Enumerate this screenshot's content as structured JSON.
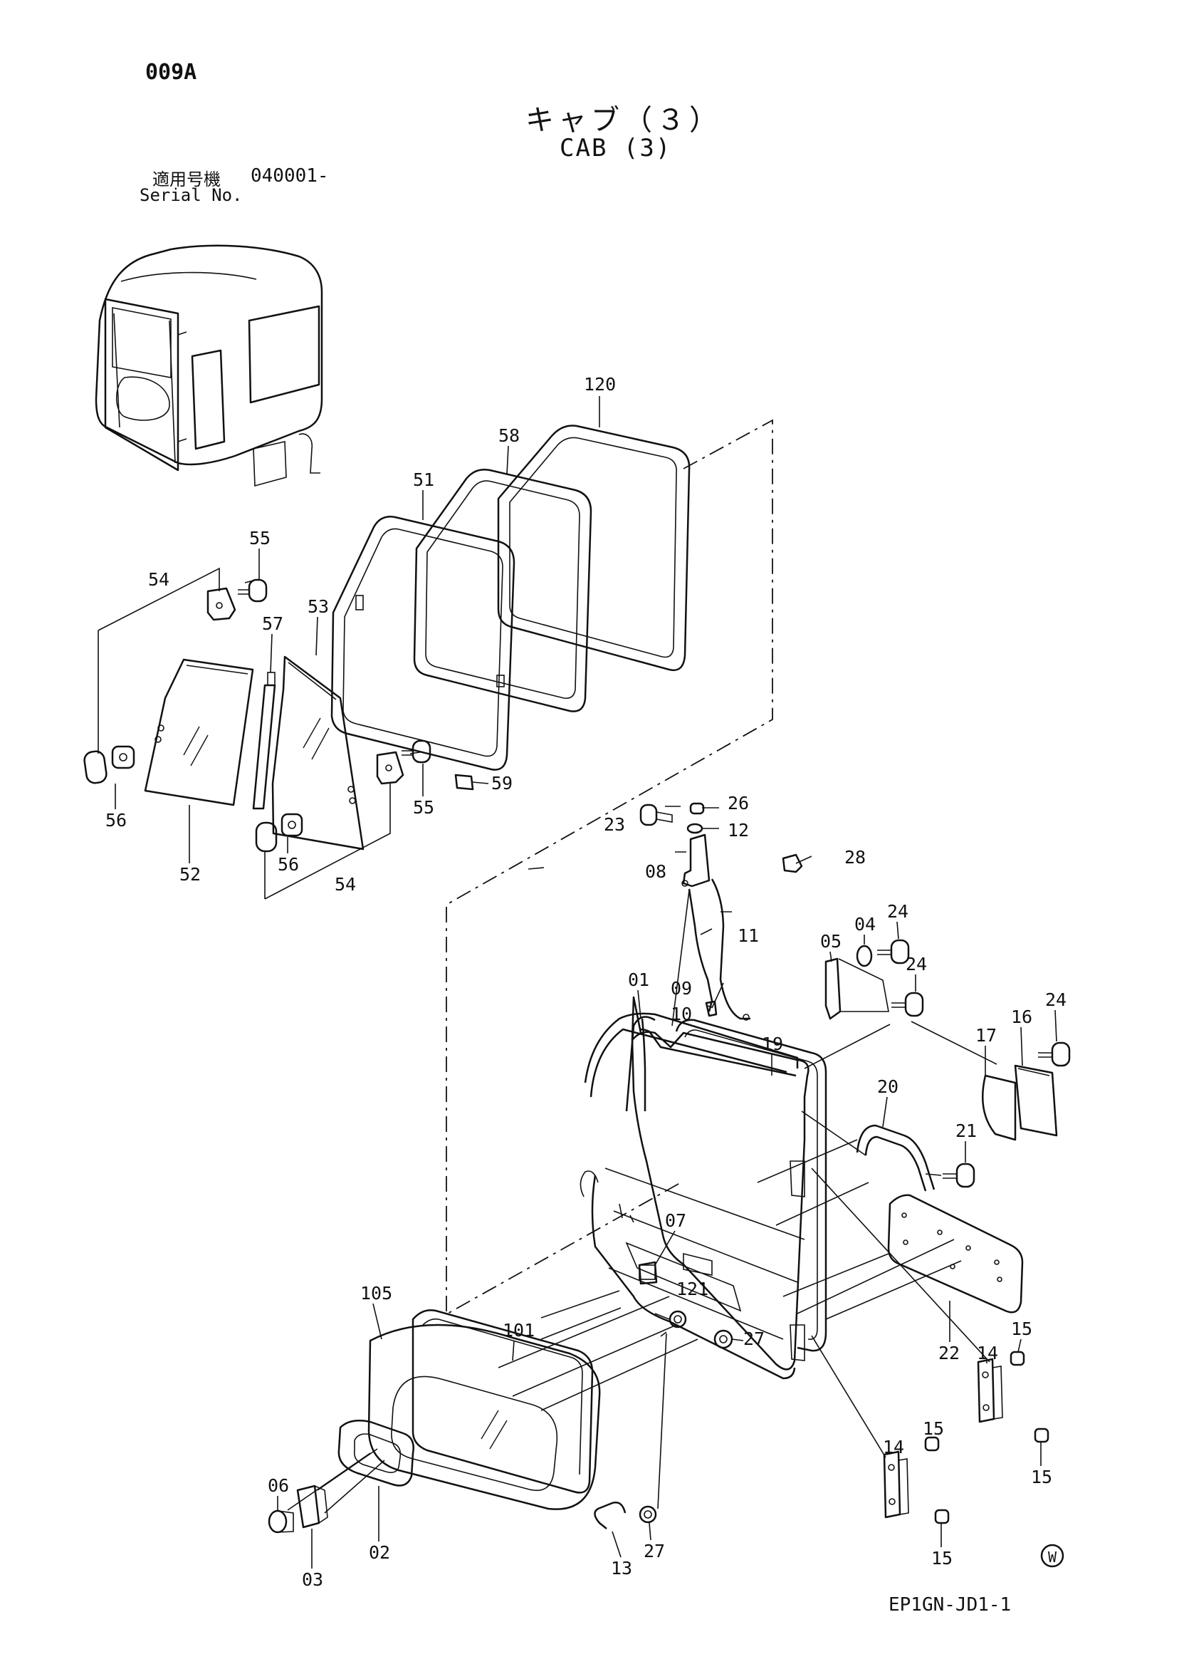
{
  "header": {
    "page_code": "009A",
    "title_ja": "キャブ（３）",
    "title_en": "CAB (3)",
    "serial_label_ja": "適用号機",
    "serial_label_en": "Serial No.",
    "serial_value": "040001-"
  },
  "footer": {
    "drawing_code": "EP1GN-JD1-1",
    "mark": "W"
  },
  "parts": {
    "p01": "01",
    "p02": "02",
    "p03": "03",
    "p04": "04",
    "p05": "05",
    "p06": "06",
    "p07": "07",
    "p08": "08",
    "p09": "09",
    "p10": "10",
    "p11": "11",
    "p12": "12",
    "p13": "13",
    "p14a": "14",
    "p14b": "14",
    "p15a": "15",
    "p15b": "15",
    "p15c": "15",
    "p15d": "15",
    "p16": "16",
    "p17": "17",
    "p19": "19",
    "p20": "20",
    "p21": "21",
    "p22": "22",
    "p23": "23",
    "p24a": "24",
    "p24b": "24",
    "p24c": "24",
    "p26": "26",
    "p27a": "27",
    "p27b": "27",
    "p28": "28",
    "p51": "51",
    "p52": "52",
    "p53": "53",
    "p54a": "54",
    "p54b": "54",
    "p55a": "55",
    "p55b": "55",
    "p56a": "56",
    "p56b": "56",
    "p57": "57",
    "p58": "58",
    "p59": "59",
    "p101": "101",
    "p105": "105",
    "p120": "120",
    "p121": "121"
  }
}
